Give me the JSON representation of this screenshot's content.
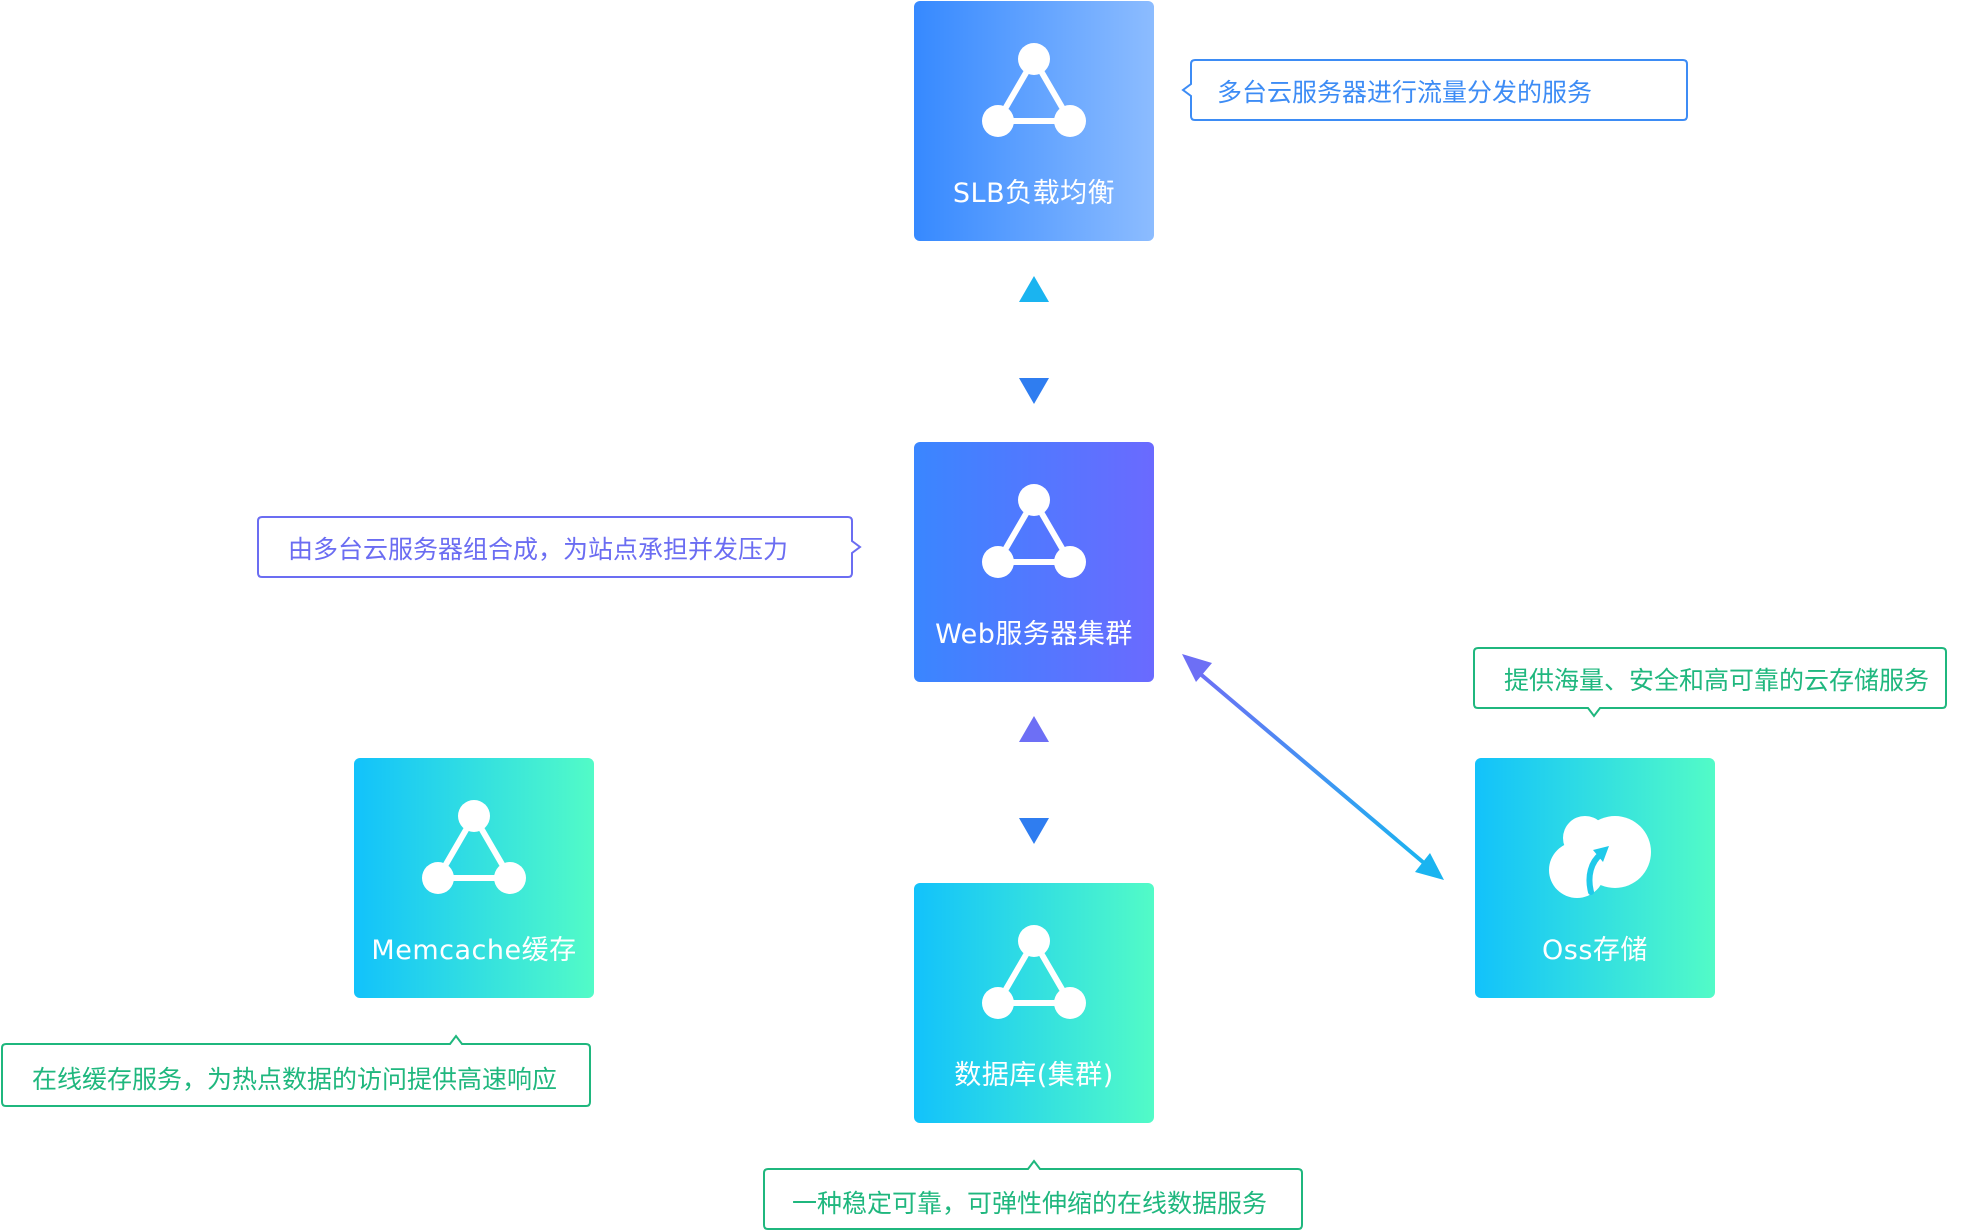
{
  "nodes": {
    "slb": {
      "label": "SLB负载均衡",
      "icon": "triangle-network-icon"
    },
    "web": {
      "label": "Web服务器集群",
      "icon": "triangle-network-icon"
    },
    "memcache": {
      "label": "Memcache缓存",
      "icon": "triangle-network-icon"
    },
    "database": {
      "label": "数据库(集群)",
      "icon": "triangle-network-icon"
    },
    "oss": {
      "label": "Oss存储",
      "icon": "cloud-upload-icon"
    }
  },
  "callouts": {
    "slb": "多台云服务器进行流量分发的服务",
    "web": "由多台云服务器组合成，为站点承担并发压力",
    "memcache": "在线缓存服务，为热点数据的访问提供高速响应",
    "database": "一种稳定可靠，可弹性伸缩的在线数据服务",
    "oss": "提供海量、安全和高可靠的云存储服务"
  },
  "colors": {
    "blue_callout": "#3d8cf5",
    "purple_callout": "#6b6df2",
    "green_callout": "#1fb77e",
    "arrow_teal": "#1ab4f0",
    "arrow_blue": "#2f7df0",
    "arrow_purple": "#6d6ff5"
  }
}
